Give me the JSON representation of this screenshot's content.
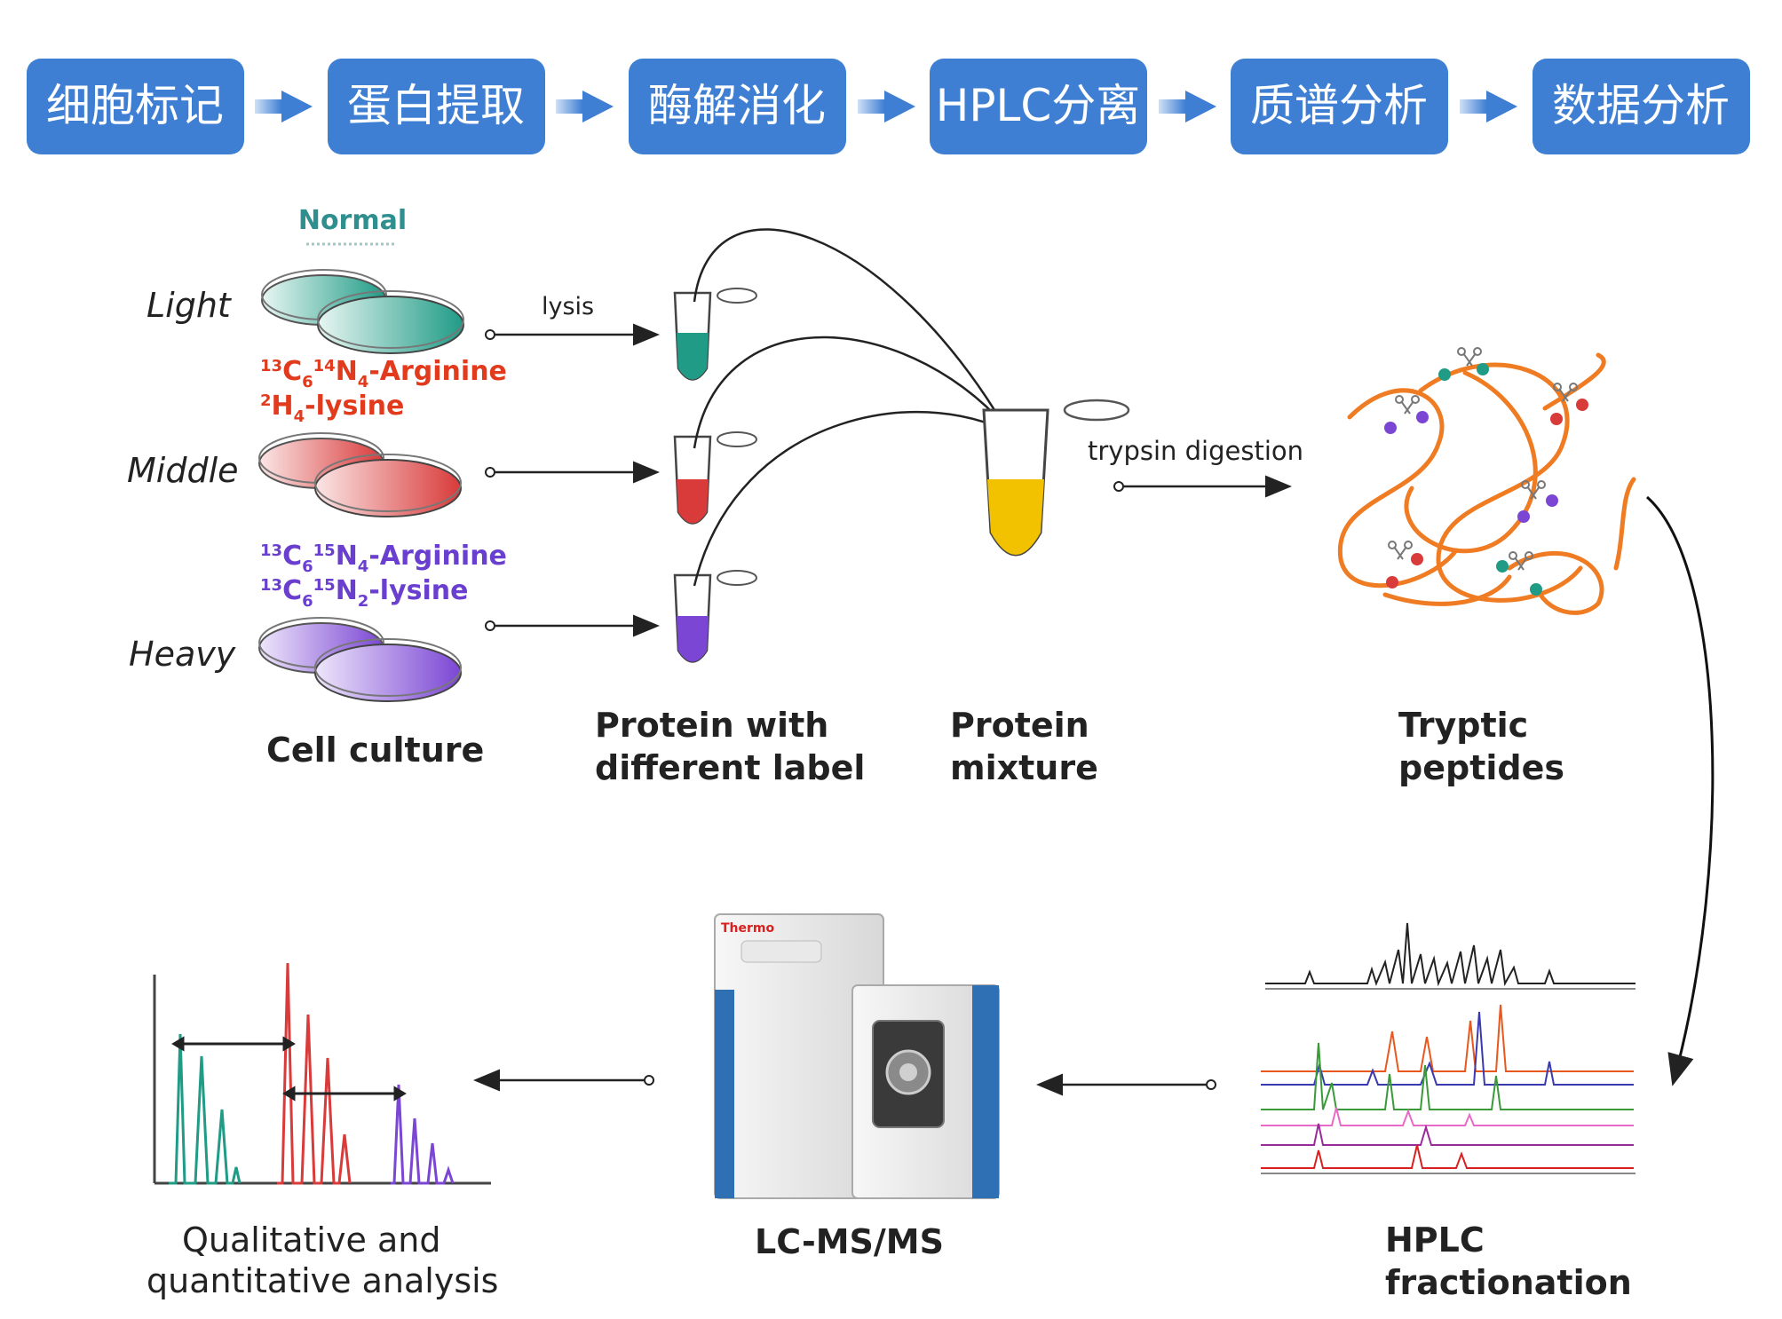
{
  "workflow_steps": [
    "细胞标记",
    "蛋白提取",
    "酶解消化",
    "HPLC分离",
    "质谱分析",
    "数据分析"
  ],
  "colors": {
    "step_box": "#3f7fd3",
    "step_text": "#ffffff",
    "light": "#1f9b86",
    "middle": "#d93a3a",
    "heavy": "#7b46d4",
    "arginine_light_text": "#e23a1c",
    "heavy_label_text": "#6a3fd0",
    "normal_text": "#2f8f8f",
    "peptide": "#ef7b22",
    "mixture": "#f2c200",
    "instrument_blue": "#2f70b5"
  },
  "diagram": {
    "normal": "Normal",
    "labels": {
      "light": "Light",
      "middle": "Middle",
      "heavy": "Heavy"
    },
    "light_isotopes": {
      "arginine": "13C614N4-Arginine",
      "lysine": "2H4-lysine"
    },
    "heavy_isotopes": {
      "arginine": "13C615N4-Arginine",
      "lysine": "13C615N2-lysine"
    },
    "lysis": "lysis",
    "trypsin": "trypsin digestion",
    "captions": {
      "cell_culture": "Cell culture",
      "protein_label_1": "Protein with",
      "protein_label_2": "different label",
      "mixture_1": "Protein",
      "mixture_2": "mixture",
      "tryptic_1": "Tryptic",
      "tryptic_2": "peptides",
      "qual_1": "Qualitative and",
      "qual_2": "quantitative analysis",
      "lcms": "LC-MS/MS",
      "hplc_1": "HPLC",
      "hplc_2": "fractionation"
    },
    "instrument_brand": "Thermo"
  }
}
